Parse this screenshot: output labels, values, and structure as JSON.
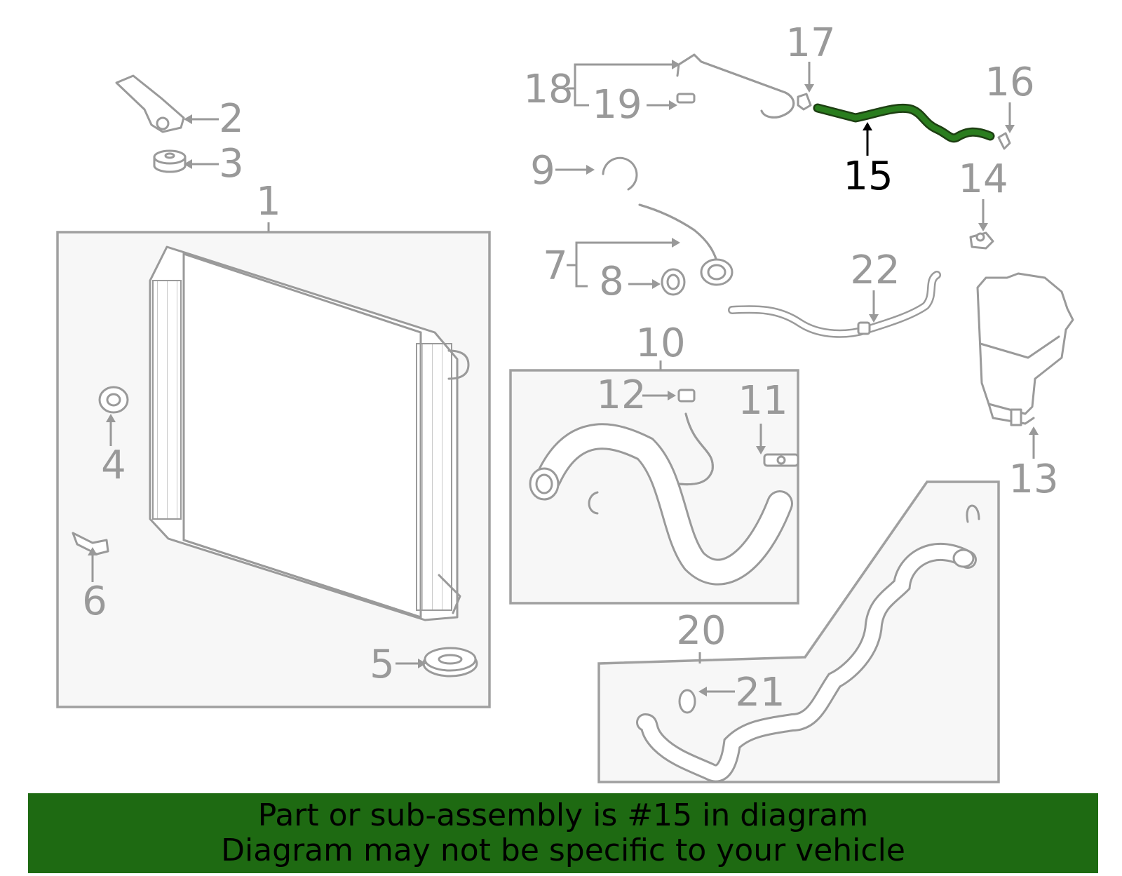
{
  "diagram": {
    "highlight_color": "#2a7d1e",
    "callouts": [
      {
        "id": "1",
        "label": "1"
      },
      {
        "id": "2",
        "label": "2"
      },
      {
        "id": "3",
        "label": "3"
      },
      {
        "id": "4",
        "label": "4"
      },
      {
        "id": "5",
        "label": "5"
      },
      {
        "id": "6",
        "label": "6"
      },
      {
        "id": "7",
        "label": "7"
      },
      {
        "id": "8",
        "label": "8"
      },
      {
        "id": "9",
        "label": "9"
      },
      {
        "id": "10",
        "label": "10"
      },
      {
        "id": "11",
        "label": "11"
      },
      {
        "id": "12",
        "label": "12"
      },
      {
        "id": "13",
        "label": "13"
      },
      {
        "id": "14",
        "label": "14"
      },
      {
        "id": "15",
        "label": "15",
        "highlighted": true
      },
      {
        "id": "16",
        "label": "16"
      },
      {
        "id": "17",
        "label": "17"
      },
      {
        "id": "18",
        "label": "18"
      },
      {
        "id": "19",
        "label": "19"
      },
      {
        "id": "20",
        "label": "20"
      },
      {
        "id": "21",
        "label": "21"
      },
      {
        "id": "22",
        "label": "22"
      }
    ]
  },
  "footer": {
    "background": "#1e6a12",
    "line1": "Part or sub-assembly is #15 in diagram",
    "line2": "Diagram may not be specific to your vehicle"
  }
}
